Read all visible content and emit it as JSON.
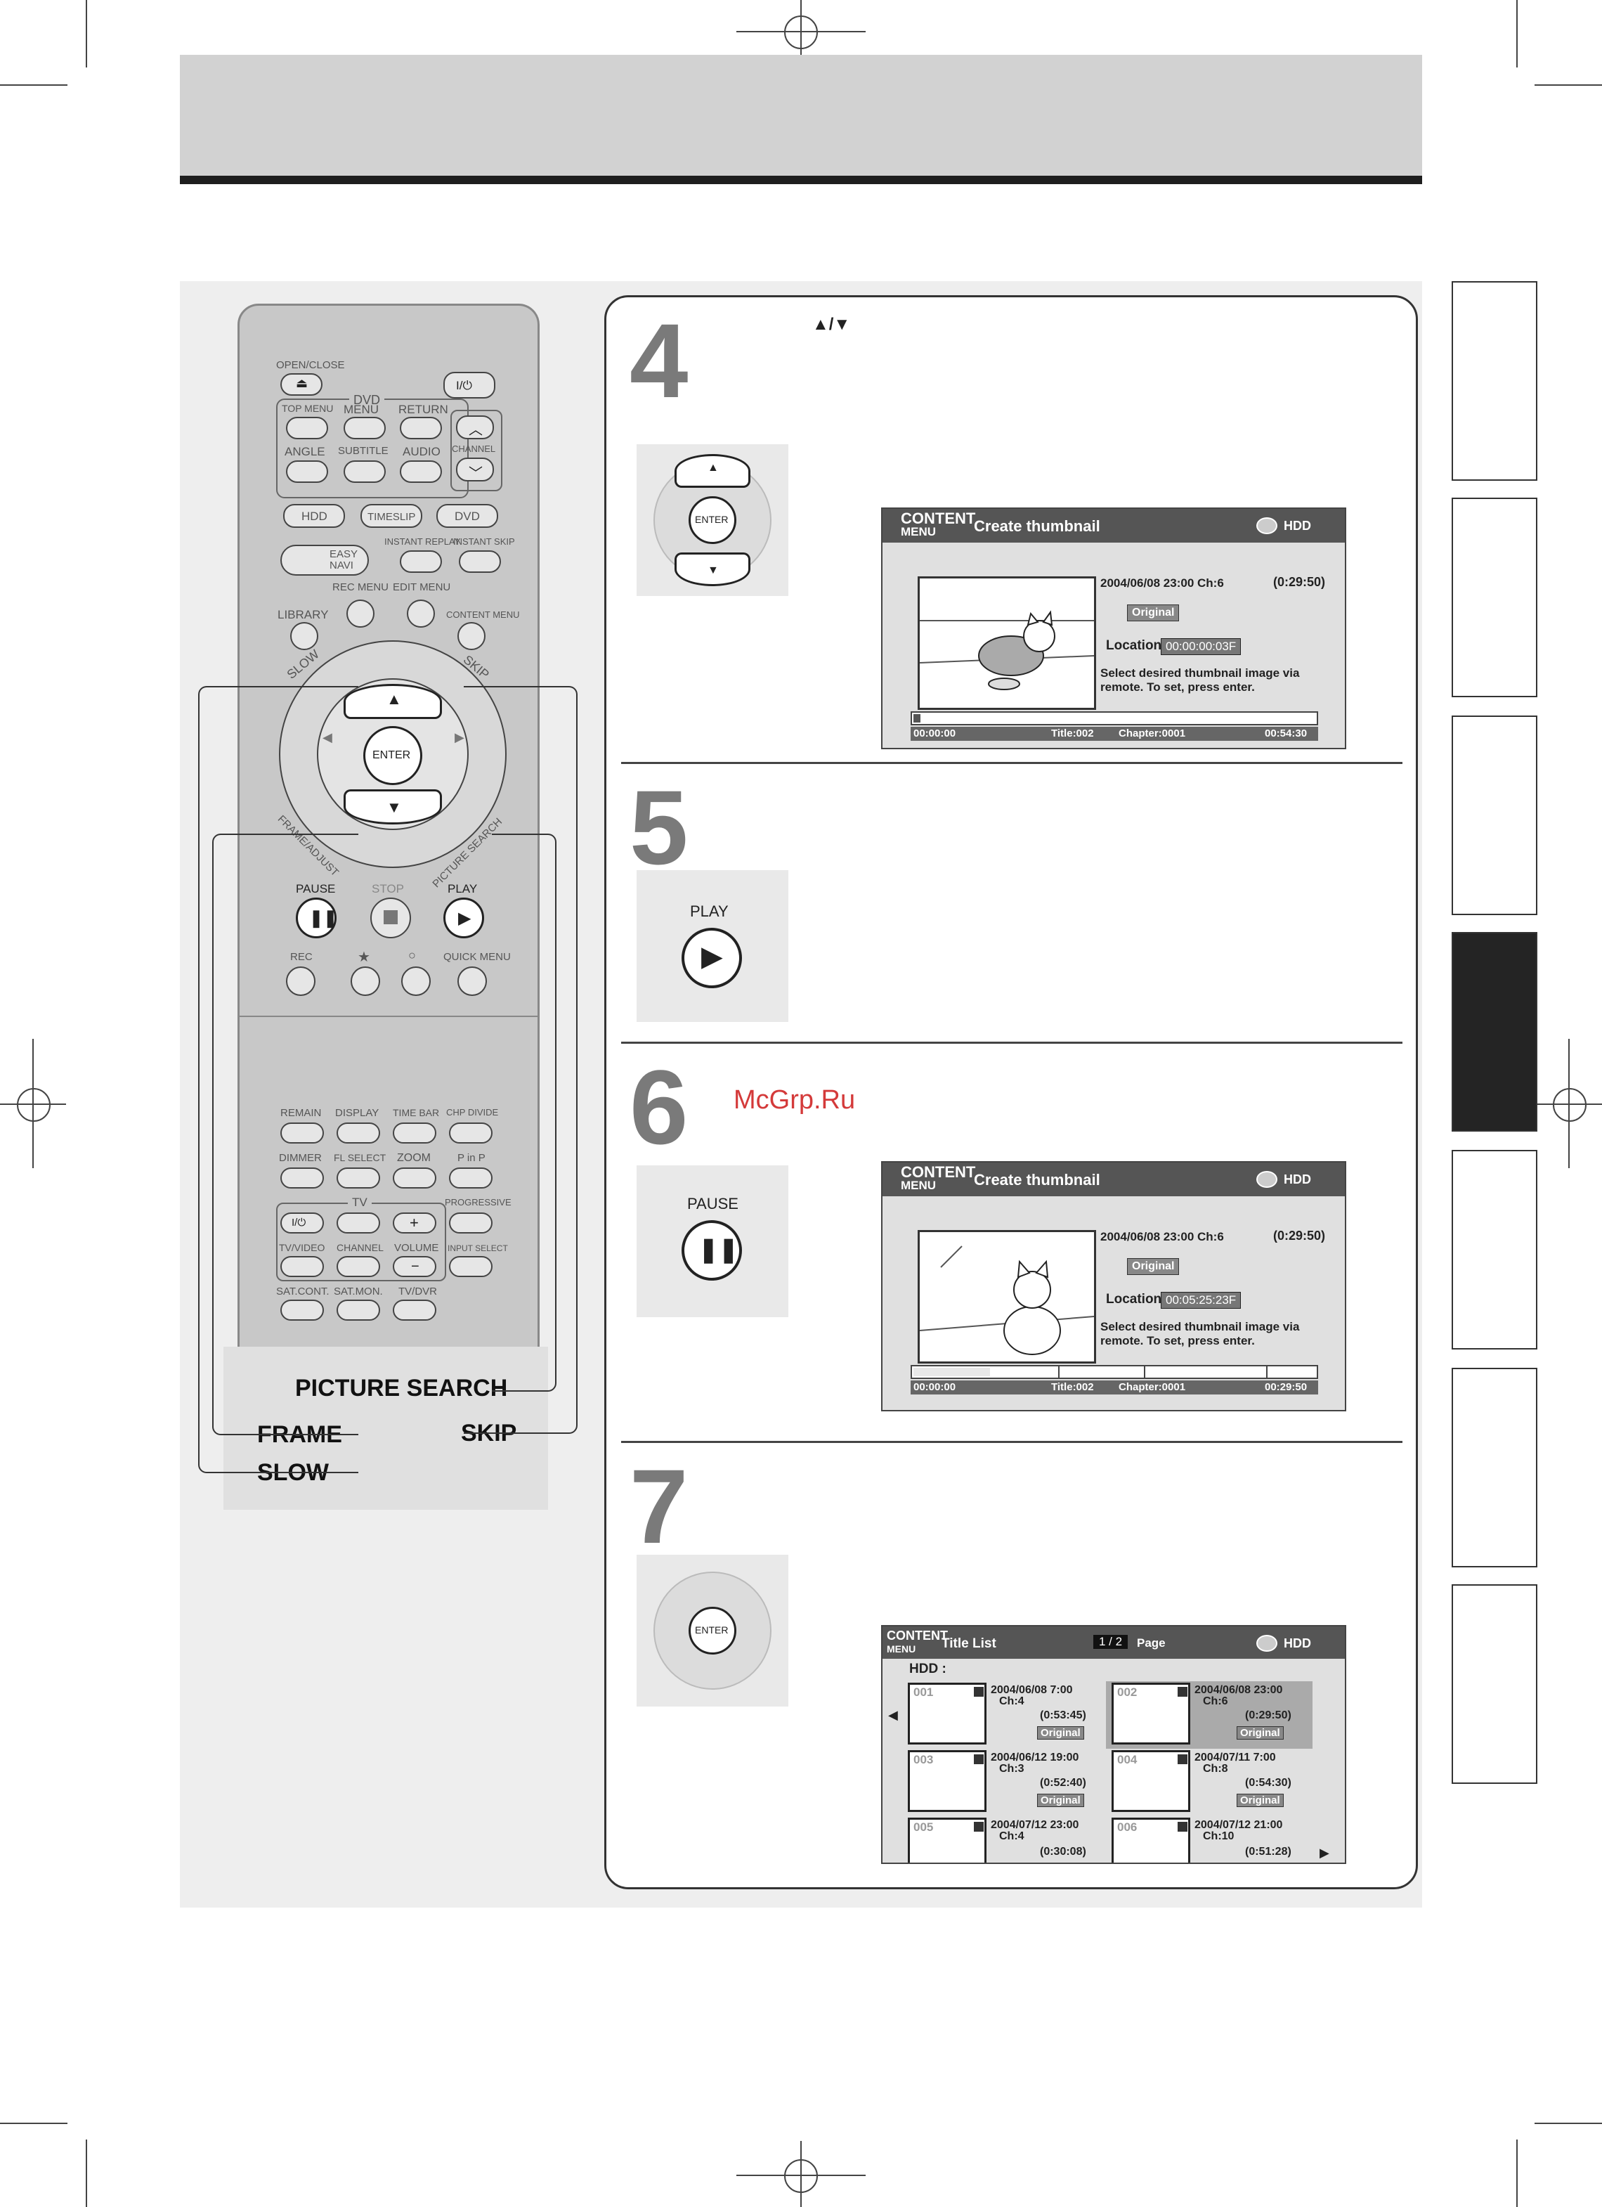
{
  "remote": {
    "labels": {
      "open_close": "OPEN/CLOSE",
      "power": "I/⏻",
      "dvd": "DVD",
      "top_menu": "TOP MENU",
      "menu": "MENU",
      "return": "RETURN",
      "angle": "ANGLE",
      "subtitle": "SUBTITLE",
      "audio": "AUDIO",
      "channel": "CHANNEL",
      "hdd": "HDD",
      "timeslip": "TIMESLIP",
      "dvd_btn": "DVD",
      "easy_navi": "EASY NAVI",
      "instant_replay": "INSTANT REPLAY",
      "instant_skip": "INSTANT SKIP",
      "rec_menu": "REC MENU",
      "edit_menu": "EDIT MENU",
      "library": "LIBRARY",
      "content_menu": "CONTENT MENU",
      "slow": "SLOW",
      "skip": "SKIP",
      "enter": "ENTER",
      "frame_adjust": "FRAME/ADJUST",
      "picture_search": "PICTURE SEARCH",
      "pause": "PAUSE",
      "stop": "STOP",
      "play": "PLAY",
      "rec": "REC",
      "star": "★",
      "circle": "○",
      "quick_menu": "QUICK MENU",
      "remain": "REMAIN",
      "display": "DISPLAY",
      "time_bar": "TIME BAR",
      "chp_divide": "CHP DIVIDE",
      "dimmer": "DIMMER",
      "fl_select": "FL SELECT",
      "zoom": "ZOOM",
      "p_in_p": "P in P",
      "tv": "TV",
      "progressive": "PROGRESSIVE",
      "tv_power": "I/⏻",
      "tv_video": "TV/VIDEO",
      "channel2": "CHANNEL",
      "volume": "VOLUME",
      "input_select": "INPUT SELECT",
      "sat_cont": "SAT.CONT.",
      "sat_mon": "SAT.MON.",
      "tv_dvr": "TV/DVR"
    },
    "legend": {
      "picture_search": "PICTURE SEARCH",
      "frame": "FRAME",
      "skip": "SKIP",
      "slow": "SLOW"
    }
  },
  "steps": [
    {
      "number": "4",
      "arrows": "▲/▼"
    },
    {
      "number": "5",
      "button_label": "PLAY"
    },
    {
      "number": "6",
      "button_label": "PAUSE",
      "watermark": "McGrp.Ru"
    },
    {
      "number": "7"
    }
  ],
  "pad": {
    "enter": "ENTER"
  },
  "screens": {
    "thumb1": {
      "logo_top": "CONTENT",
      "logo_bottom": "MENU",
      "title": "Create thumbnail",
      "device": "HDD",
      "datetime": "2004/06/08 23:00  Ch:6",
      "duration": "(0:29:50)",
      "badge": "Original",
      "location_label": "Location",
      "location_value": "00:00:00:03F",
      "hint": "Select desired thumbnail image via remote. To set, press enter.",
      "bar_marker": "F",
      "bar_fill": 0.01,
      "time_start": "00:00:00",
      "title_no": "Title:002",
      "chapter": "Chapter:0001",
      "time_end": "00:54:30"
    },
    "thumb2": {
      "logo_top": "CONTENT",
      "logo_bottom": "MENU",
      "title": "Create thumbnail",
      "device": "HDD",
      "datetime": "2004/06/08 23:00  Ch:6",
      "duration": "(0:29:50)",
      "badge": "Original",
      "location_label": "Location",
      "location_value": "00:05:25:23F",
      "hint": "Select desired thumbnail image via remote. To set, press enter.",
      "bar_marker": "F",
      "bar_fill": 0.19,
      "time_start": "00:00:00",
      "title_no": "Title:002",
      "chapter": "Chapter:0001",
      "time_end": "00:29:50"
    },
    "title_list": {
      "logo_top": "CONTENT",
      "logo_bottom": "MENU",
      "title": "Title List",
      "page_indicator": "1 / 2",
      "page_label": "Page",
      "device": "HDD",
      "hdd_label": "HDD :",
      "items": [
        {
          "no": "001",
          "date": "2004/06/08  7:00",
          "ch": "Ch:4",
          "duration": "(0:53:45)",
          "badge": "Original"
        },
        {
          "no": "002",
          "date": "2004/06/08 23:00",
          "ch": "Ch:6",
          "duration": "(0:29:50)",
          "badge": "Original"
        },
        {
          "no": "003",
          "date": "2004/06/12 19:00",
          "ch": "Ch:3",
          "duration": "(0:52:40)",
          "badge": "Original"
        },
        {
          "no": "004",
          "date": "2004/07/11  7:00",
          "ch": "Ch:8",
          "duration": "(0:54:30)",
          "badge": "Original"
        },
        {
          "no": "005",
          "date": "2004/07/12 23:00",
          "ch": "Ch:4",
          "duration": "(0:30:08)",
          "badge": ""
        },
        {
          "no": "006",
          "date": "2004/07/12 21:00",
          "ch": "Ch:10",
          "duration": "(0:51:28)",
          "badge": ""
        }
      ]
    }
  }
}
